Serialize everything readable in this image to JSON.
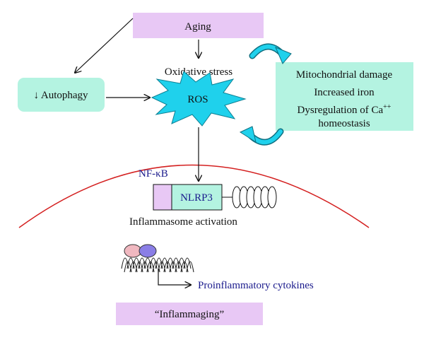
{
  "diagram": {
    "aging": "Aging",
    "oxidative_stress": "Oxidative stress",
    "autophagy": "↓ Autophagy",
    "ros": "ROS",
    "mito": {
      "line1": "Mitochondrial damage",
      "line2": "Increased iron",
      "line3a": "Dysregulation of Ca",
      "line3_sup": "++",
      "line4": "homeostasis"
    },
    "nfkb": "NF-κB",
    "nlrp3": "NLRP3",
    "inflammasome": "Inflammasome activation",
    "cytokines": "Proinflammatory cytokines",
    "inflammaging": "“Inflammaging”",
    "colors": {
      "lavender": "#e8c8f5",
      "mint": "#b4f3e1",
      "cyan": "#1fd1ec",
      "cell_membrane": "#d42020",
      "dark_blue_text": "#1a1a8c",
      "pink_oval": "#f0b8c0",
      "blue_oval": "#8a7ee6"
    }
  }
}
